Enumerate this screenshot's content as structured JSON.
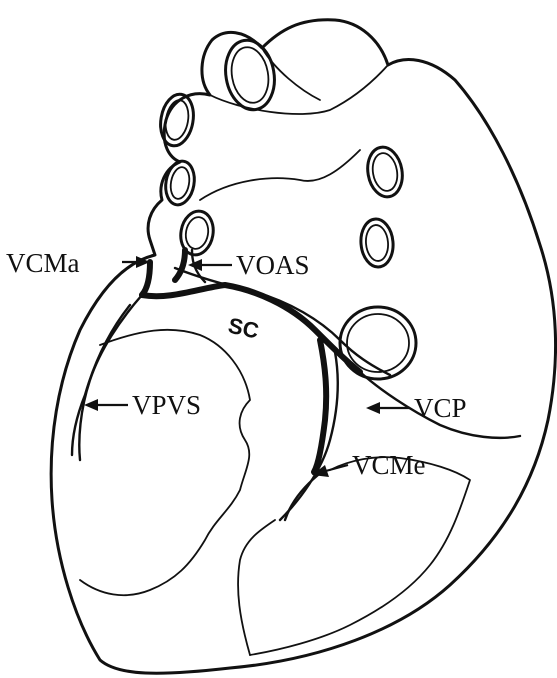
{
  "labels": {
    "vcma": "VCMa",
    "voas": "VOAS",
    "sc": "SC",
    "vpvs": "VPVS",
    "vcp": "VCP",
    "vcme": "VCMe"
  },
  "colors": {
    "ink": "#111111",
    "background": "#ffffff"
  }
}
